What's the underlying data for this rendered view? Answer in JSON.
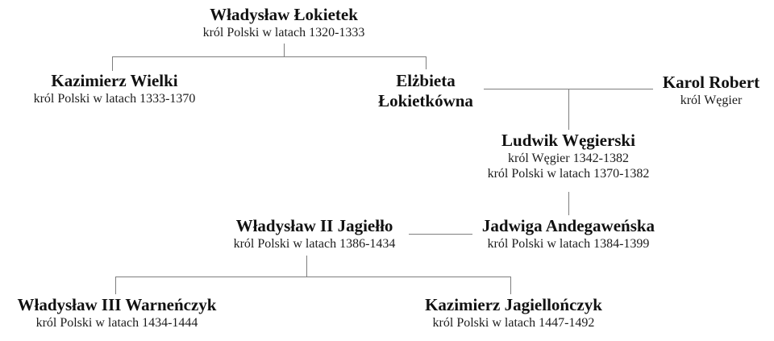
{
  "colors": {
    "line": "#7e7e7e",
    "text": "#111111"
  },
  "tree": {
    "persons": {
      "lokietek": {
        "name": "Władysław Łokietek",
        "detail1": "król Polski w latach 1320-1333"
      },
      "kazimierz_wielki": {
        "name": "Kazimierz Wielki",
        "detail1": "król Polski w latach 1333-1370"
      },
      "elzbieta": {
        "name_line1": "Elżbieta",
        "name_line2": "Łokietkówna"
      },
      "karol_robert": {
        "name": "Karol Robert",
        "detail1": "król Węgier"
      },
      "ludwik": {
        "name": "Ludwik Węgierski",
        "detail1": "król Węgier 1342-1382",
        "detail2": "król Polski w latach 1370-1382"
      },
      "jagiello": {
        "name": "Władysław II Jagiełło",
        "detail1": "król Polski w latach 1386-1434"
      },
      "jadwiga": {
        "name": "Jadwiga Andegaweńska",
        "detail1": "król Polski w latach 1384-1399"
      },
      "warnenczyk": {
        "name": "Władysław III Warneńczyk",
        "detail1": "król Polski w latach 1434-1444"
      },
      "jagiellonczyk": {
        "name": "Kazimierz Jagiellończyk",
        "detail1": "król Polski w latach 1447-1492"
      }
    }
  }
}
